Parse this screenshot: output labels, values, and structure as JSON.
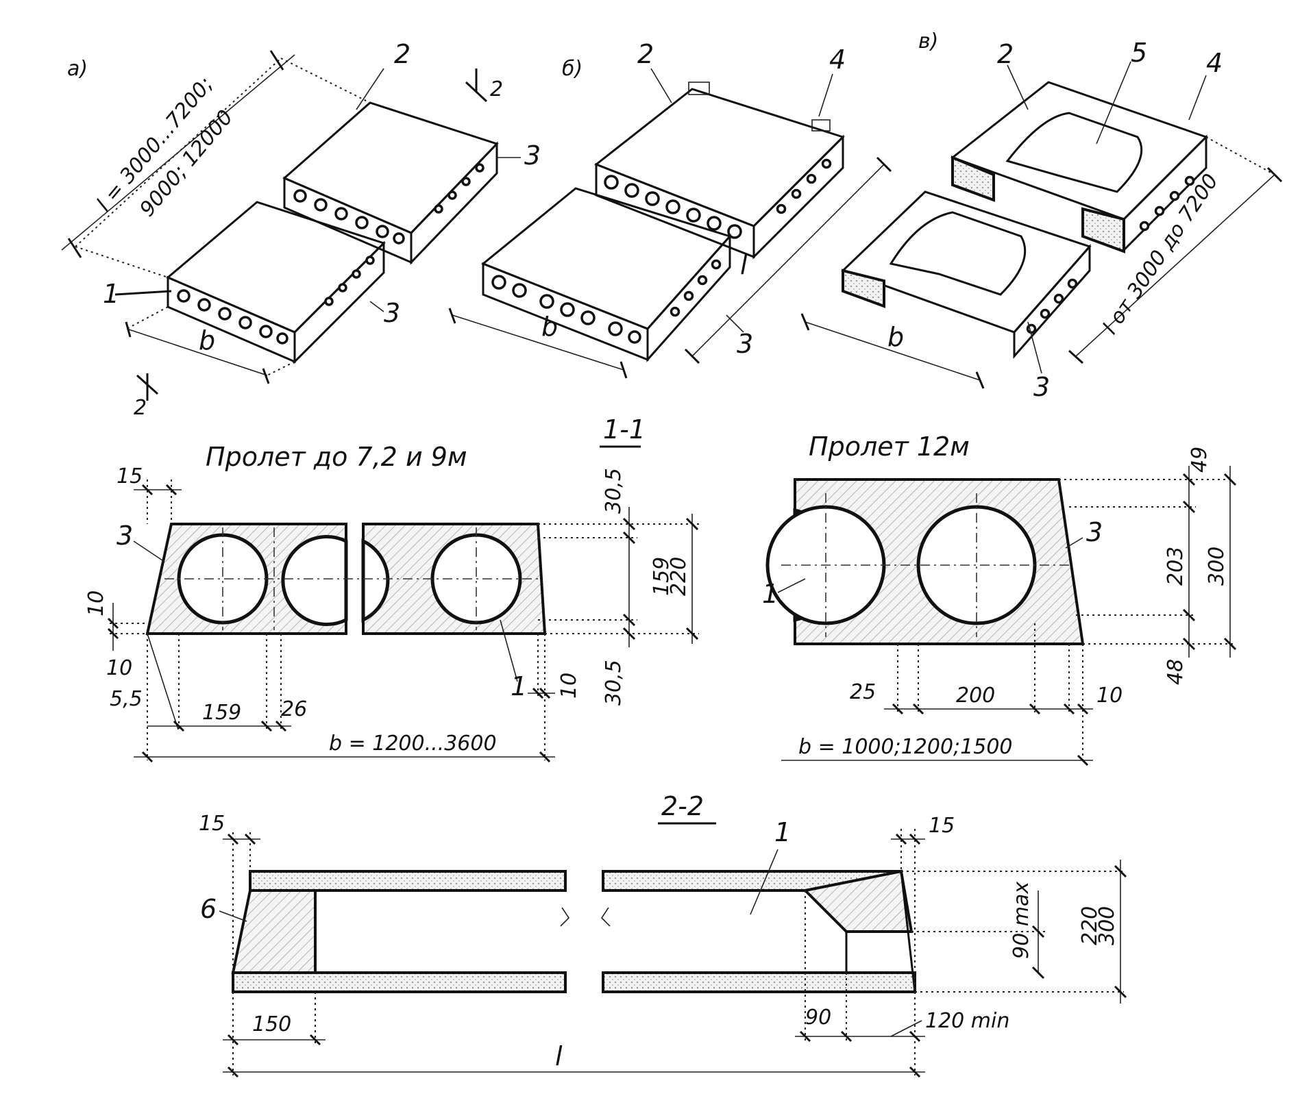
{
  "panels": {
    "a": {
      "letter": "а)",
      "length": "l = 3000...7200;",
      "length2": "9000; 12000",
      "width": "b",
      "marks": [
        "1",
        "2",
        "3",
        "3"
      ],
      "cut": "2"
    },
    "b": {
      "letter": "б)",
      "width": "b",
      "length": "l",
      "marks": [
        "2",
        "4",
        "3"
      ]
    },
    "c": {
      "letter": "в)",
      "width": "b",
      "length": "l от 3000 до 7200",
      "marks": [
        "2",
        "5",
        "4",
        "3"
      ]
    }
  },
  "section_1_1": {
    "title": "Пролет до 7,2 и 9м",
    "label": "1-1",
    "dims": {
      "top_edge": "15",
      "top_right": "30,5",
      "core": "159",
      "height": "220",
      "bottom_right": "30,5",
      "left_a": "10",
      "left_b": "10",
      "left_c": "5,5",
      "hole_d": "159",
      "rib": "26",
      "right_edge": "10",
      "width": "b = 1200...3600"
    },
    "marks": [
      "3",
      "1"
    ]
  },
  "section_12m": {
    "title": "Пролет 12м",
    "dims": {
      "top": "49",
      "core": "203",
      "height": "300",
      "bottom": "48",
      "left": "25",
      "hole_d": "200",
      "right": "10",
      "width": "b = 1000;1200;1500"
    },
    "marks": [
      "1",
      "3"
    ]
  },
  "section_2_2": {
    "label": "2-2",
    "dims": {
      "left_edge": "15",
      "right_edge": "15",
      "support": "150",
      "length": "l",
      "slope": "90",
      "support_min": "120 min",
      "depth": "90 max",
      "h1": "220",
      "h2": "300"
    },
    "marks": [
      "6",
      "1"
    ]
  }
}
